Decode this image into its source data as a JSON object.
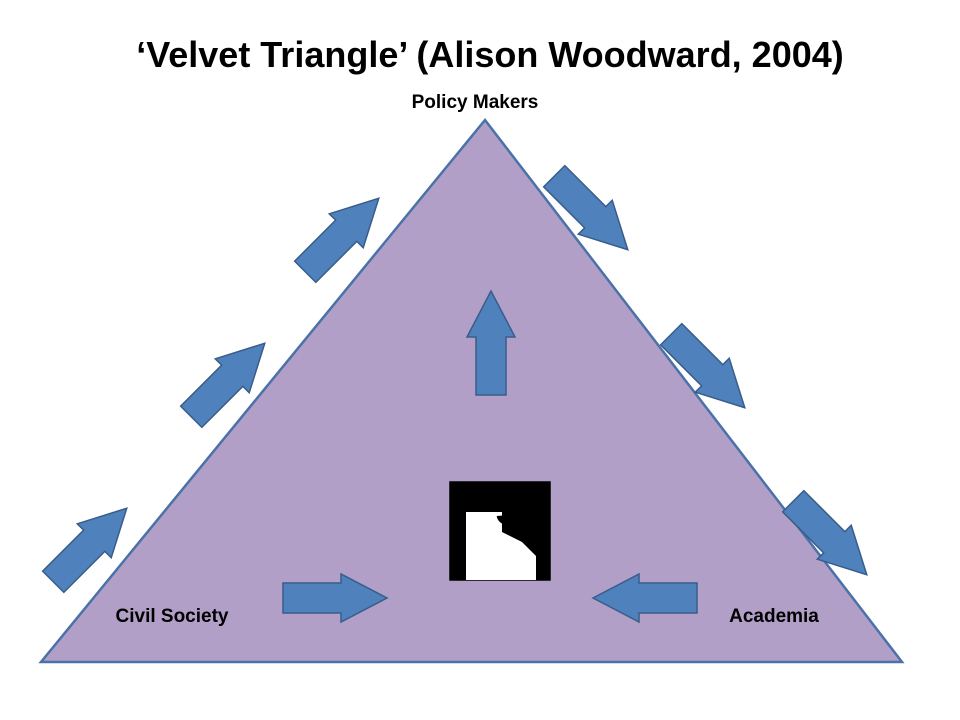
{
  "title": "‘Velvet Triangle’ (Alison Woodward, 2004)",
  "vertices": {
    "top": "Policy Makers",
    "left": "Civil Society",
    "right": "Academia"
  },
  "logo": {
    "numeral": "5"
  },
  "colors": {
    "triangle_fill": "#b19fc7",
    "triangle_stroke": "#4a72a8",
    "arrow_fill": "#4f81bd",
    "arrow_stroke": "#385d8a",
    "logo_black": "#000000",
    "logo_white": "#ffffff"
  }
}
